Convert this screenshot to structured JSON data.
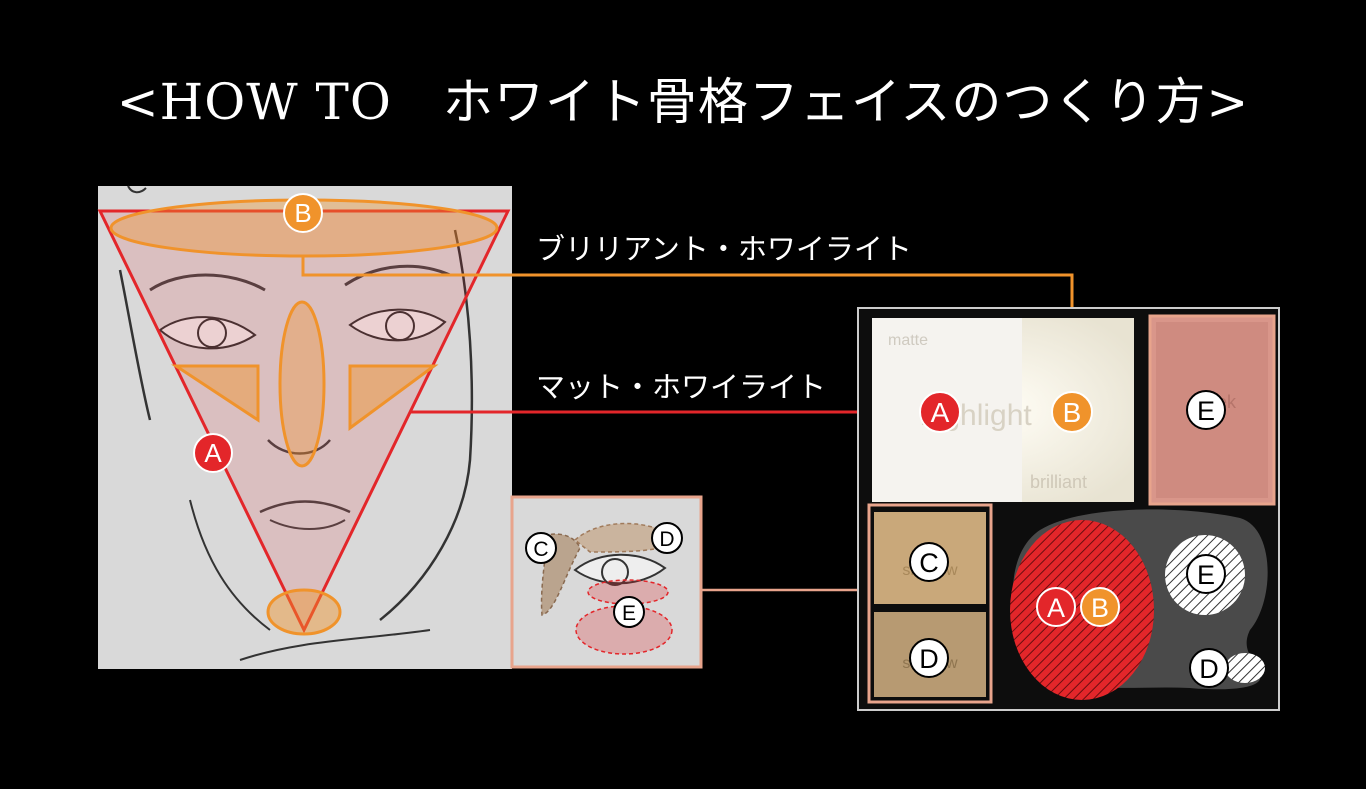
{
  "title": "<HOW TO　ホワイト骨格フェイスのつくり方>",
  "labels": {
    "brilliant_white_light": "ブリリアント・ホワイライト",
    "matte_white_light": "マット・ホワイライト"
  },
  "markers": {
    "a": "A",
    "b": "B",
    "c": "C",
    "d": "D",
    "e": "E"
  },
  "palette_text": {
    "matte": "matte",
    "highlight": "highlight",
    "brilliant": "brilliant",
    "cheek": "cheek",
    "eyeshadow": "shadow"
  },
  "colors": {
    "red": "#e3262a",
    "orange": "#f0932b",
    "salmon": "#e8a48c",
    "background": "#000000",
    "face_panel": "#d9d9d9"
  }
}
